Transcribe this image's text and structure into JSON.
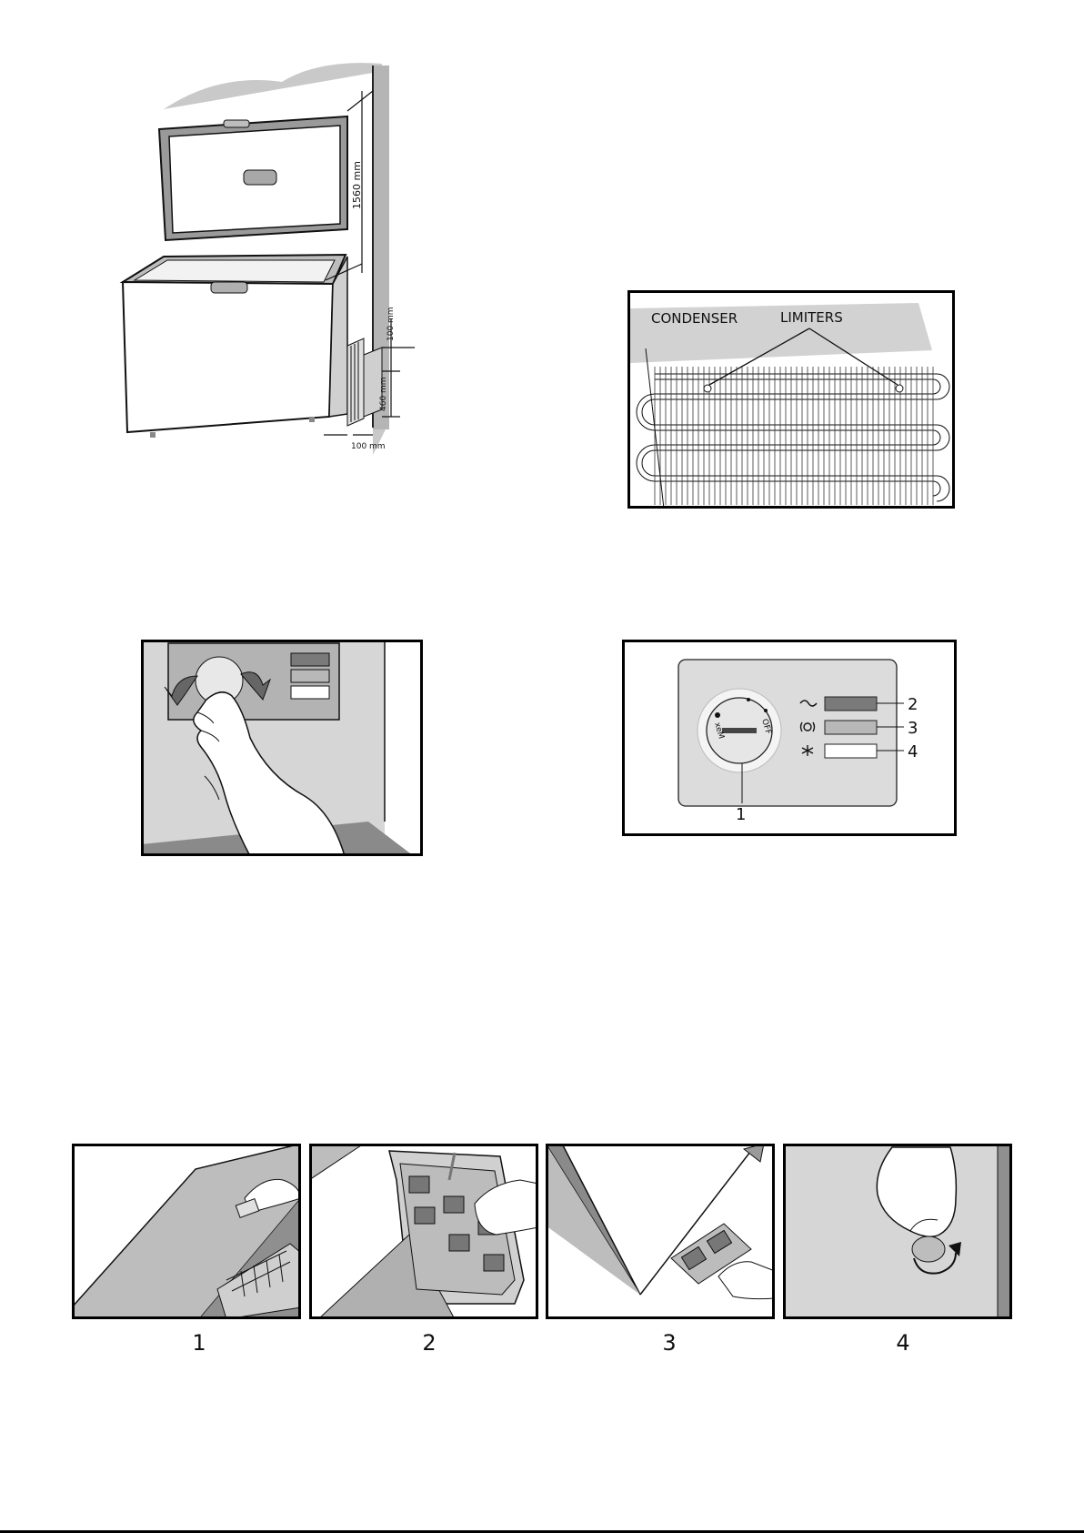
{
  "figure1": {
    "dims": {
      "height": "1560 mm",
      "top": "100 mm",
      "mid": "460 mm",
      "side": "100 mm"
    }
  },
  "figure2": {
    "labels": {
      "condenser": "CONDENSER",
      "limiters": "LIMITERS"
    }
  },
  "figure4": {
    "dial": {
      "off": "OFF",
      "max": "xeM"
    },
    "callouts": [
      "1",
      "2",
      "3",
      "4"
    ],
    "colors": {
      "lamp2": "#7a7a7a",
      "lamp3": "#b8b8b8",
      "lamp4": "#ffffff"
    }
  },
  "steps": {
    "labels": [
      "1",
      "2",
      "3",
      "4"
    ]
  }
}
